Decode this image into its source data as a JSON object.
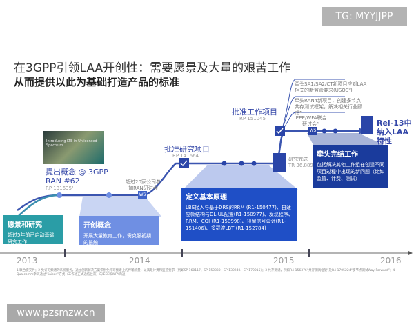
{
  "watermarks": {
    "top": "TG: MYYJJPP",
    "bottom": "www.pzsmzw.cn"
  },
  "title": "在3GPP引领LAA开创性：需要愿景及大量的艰苦工作",
  "subtitle": "从而提供以此为基础打造产品的标准",
  "milestones": {
    "proposal": {
      "label": "提出概念 @ 3GPP RAN #62",
      "ref": "RP 131635¹"
    },
    "workshop": "超过20家公司参加RAN研讨会",
    "study_item": {
      "label": "批准研究项目",
      "ref": "RP 141664"
    },
    "work_item": {
      "label": "批准工作项目",
      "ref": "RP 151045"
    },
    "study_done": {
      "label": "研究完成",
      "ref": "TR 36.889"
    },
    "branch1": "牵头SA1/SA2/CT新项目应对LAA相关的新监管要求(USOS²)",
    "branch2": "牵头RAN4新项目，创建多节点共存测试框架，解决相关行业顾虑³",
    "ieee": "IEEE/WFA联合研讨会⁴",
    "rel13": "Rel-13中纳入LAA特性",
    "ws": "WS"
  },
  "thumbnail": {
    "title": "Introducing LTE in Unlicensed Spectrum"
  },
  "boxes": [
    {
      "title": "愿景和研究",
      "text": "超过5年前已启动基础研究工作",
      "color": "#2a9da6"
    },
    {
      "title": "开创概念",
      "text": "开展大量教育工作，需克服初期的抵触",
      "color": "#6f8fe3"
    },
    {
      "title": "定义基本原理",
      "text": "LBE接入与基于DRS的RRM (R1-150477)、自适应帧结构与DL-UL配置(R1-150977)、发现程序、RRM、CQI (R1-150998)、预留信号设计(R1-151406)、多载波LBT (R1-152784)",
      "color": "#1f4fc6"
    },
    {
      "title": "牵头完结工作",
      "text": "包括解决其他工作组在创建不同项目过程中出现的新问题（比如监管、计费、测试）",
      "color": "#1a3b9c"
    }
  ],
  "years": [
    "2013",
    "2014",
    "2015",
    "2016"
  ],
  "footnote": "1 联合提交件；2 免许可频谱的系统服务，通过创新解决方案识别免许可频谱上的传输流量，以满足计费和监管要求（例如SP-160117、SP-150830、SP-130240、CP-170015）；3 共存测试，例如R4-156376“共存测试框架”及R4-1705224“多节点测试Way Forward”；4 Qualcomm牵头通过“liaison”方式（工作组正式通信往来）与IEEE和WFA沟通"
}
